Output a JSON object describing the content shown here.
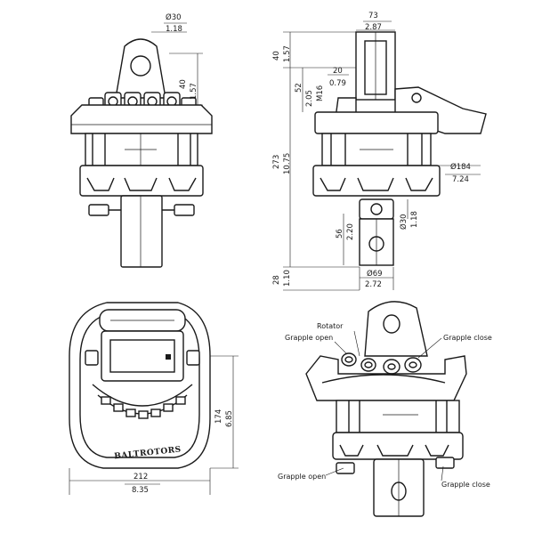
{
  "views": {
    "front": {
      "eye_dia_mm": "Ø30",
      "eye_dia_in": "1.18",
      "eye_height_mm": "40",
      "eye_height_in": "1.57"
    },
    "side": {
      "width_top_mm": "73",
      "width_top_in": "2.87",
      "top_40_mm": "40",
      "top_40_in": "1.57",
      "dim_52_mm": "52",
      "dim_52_in": "2.05",
      "thread": "M16",
      "dim_20_mm": "20",
      "dim_20_in": "0.79",
      "height_273_mm": "273",
      "height_273_in": "10.75",
      "dia_184_mm": "Ø184",
      "dia_184_in": "7.24",
      "dim_56_mm": "56",
      "dim_56_in": "2.20",
      "dia_30_mm": "Ø30",
      "dia_30_in": "1.18",
      "dim_28_mm": "28",
      "dim_28_in": "1.10",
      "dia_69_mm": "Ø69",
      "dia_69_in": "2.72"
    },
    "top": {
      "brand": "BALTROTORS",
      "width_mm": "212",
      "width_in": "8.35",
      "depth_mm": "174",
      "depth_in": "6.85"
    },
    "iso": {
      "label_rotator": "Rotator",
      "label_grapple_open_top": "Grapple open",
      "label_grapple_close_top": "Grapple close",
      "label_grapple_open_bottom": "Grapple open",
      "label_grapple_close_bottom": "Grapple close"
    }
  }
}
